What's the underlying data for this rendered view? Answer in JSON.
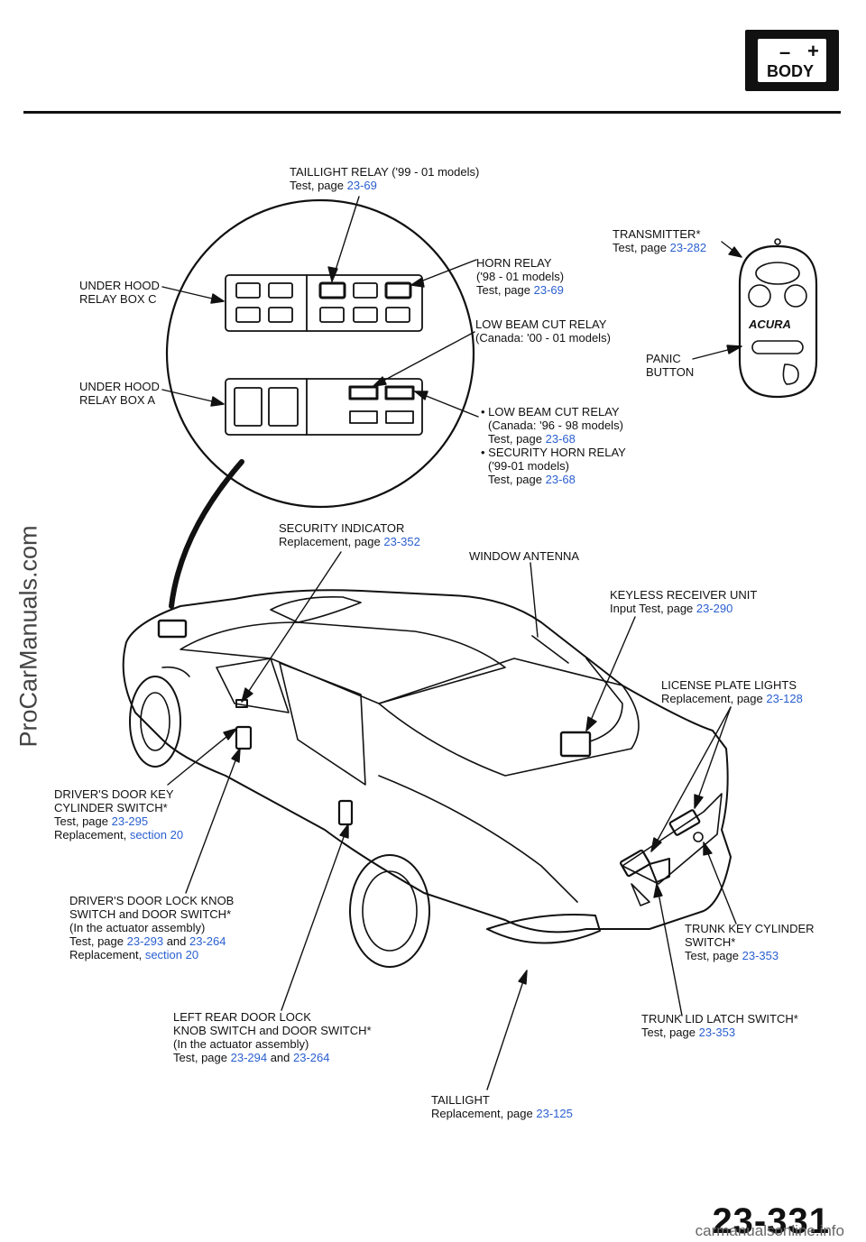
{
  "header": {
    "badge_word": "BODY",
    "badge_minus": "–",
    "badge_plus": "+"
  },
  "watermark_side": "ProCarManuals.com",
  "footer": {
    "page_number": "23-331",
    "watermark": "carmanualsonline.info"
  },
  "labels": {
    "taillight_relay": {
      "l1": "TAILLIGHT RELAY ('99 - 01  models)",
      "l2": "Test, page ",
      "ref": "23-69"
    },
    "transmitter": {
      "l1": "TRANSMITTER*",
      "l2": "Test, page ",
      "ref": "23-282"
    },
    "horn_relay": {
      "l1": "HORN RELAY",
      "l2": "('98 - 01  models)",
      "l3": "Test, page ",
      "ref": "23-69"
    },
    "under_hood_c": {
      "l1": "UNDER HOOD",
      "l2": "RELAY BOX C"
    },
    "low_beam_canada00": {
      "l1": "LOW BEAM CUT RELAY",
      "l2": "(Canada: '00 - 01  models)"
    },
    "panic": {
      "l1": "PANIC",
      "l2": "BUTTON"
    },
    "under_hood_a": {
      "l1": "UNDER HOOD",
      "l2": "RELAY BOX A"
    },
    "low_beam_canada96": {
      "l1": "• LOW BEAM CUT RELAY",
      "l2": "(Canada: '96 - 98 models)",
      "l3": "Test, page ",
      "ref1": "23-68",
      "l4": "• SECURITY HORN RELAY",
      "l5": "('99-01 models)",
      "l6": "Test, page ",
      "ref2": "23-68"
    },
    "security_indicator": {
      "l1": "SECURITY INDICATOR",
      "l2": "Replacement, page ",
      "ref": "23-352"
    },
    "window_antenna": {
      "l1": "WINDOW  ANTENNA"
    },
    "keyless_receiver": {
      "l1": "KEYLESS RECEIVER UNIT",
      "l2": "Input Test,  page  ",
      "ref": "23-290"
    },
    "license_plate": {
      "l1": "LICENSE PLATE LIGHTS",
      "l2": "Replacement,  page ",
      "ref": "23-128"
    },
    "drivers_key_cyl": {
      "l1": "DRIVER'S DOOR KEY",
      "l2": "CYLINDER  SWITCH*",
      "l3": "Test, page ",
      "ref1": "23-295",
      "l4": "Replacement,  ",
      "ref2": "section 20"
    },
    "drivers_lock_knob": {
      "l1": "DRIVER'S DOOR LOCK KNOB",
      "l2": "SWITCH and  DOOR SWITCH*",
      "l3": "(In  the  actuator  assembly)",
      "l4": "Test, page ",
      "ref1": "23-293",
      "mid": " and ",
      "ref2": "23-264",
      "l5": "Replacement,  ",
      "ref3": "section 20"
    },
    "trunk_key_cyl": {
      "l1": "TRUNK KEY CYLINDER",
      "l2": "SWITCH*",
      "l3": "Test, page ",
      "ref": "23-353"
    },
    "left_rear_door": {
      "l1": "LEFT REAR DOOR LOCK",
      "l2": "KNOB SWITCH and  DOOR SWITCH*",
      "l3": "(In  the  actuator  assembly)",
      "l4": "Test, page ",
      "ref1": "23-294",
      "mid": " and ",
      "ref2": "23-264"
    },
    "trunk_lid_latch": {
      "l1": "TRUNK LID LATCH SWITCH*",
      "l2": "Test, page ",
      "ref": "23-353"
    },
    "taillight": {
      "l1": "TAILLIGHT",
      "l2": "Replacement, page ",
      "ref": "23-125"
    }
  }
}
